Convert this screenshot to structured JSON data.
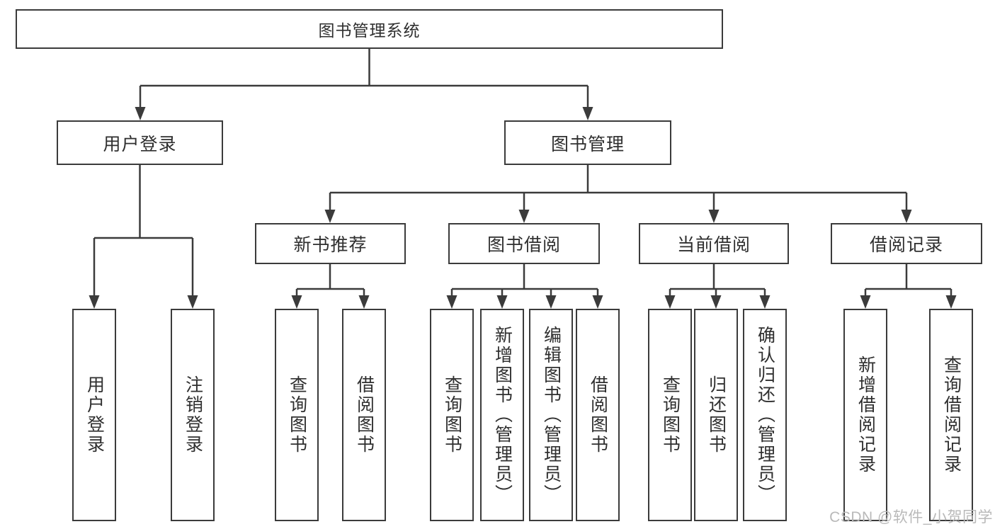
{
  "diagram": {
    "root": "图书管理系统",
    "level2": {
      "user_login": "用户登录",
      "book_mgmt": "图书管理"
    },
    "level3": {
      "new_books": "新书推荐",
      "book_borrow": "图书借阅",
      "current_borrow": "当前借阅",
      "borrow_records": "借阅记录"
    },
    "leaves": {
      "user_login_1": "用户登录",
      "user_login_2": "注销登录",
      "new_books_1": "查询图书",
      "new_books_2": "借阅图书",
      "book_borrow_1": "查询图书",
      "book_borrow_2": "新增图书（管理员）",
      "book_borrow_3": "编辑图书（管理员）",
      "book_borrow_4": "借阅图书",
      "current_borrow_1": "查询图书",
      "current_borrow_2": "归还图书",
      "current_borrow_3": "确认归还（管理员）",
      "borrow_records_1": "新增借阅记录",
      "borrow_records_2": "查询借阅记录"
    }
  },
  "watermark": "CSDN @软件_小贺同学",
  "colors": {
    "line": "#3b3b3b",
    "box_fill": "#ffffff",
    "text": "#2f2f2f",
    "watermark": "#b9b9b9",
    "background": "#ffffff"
  }
}
